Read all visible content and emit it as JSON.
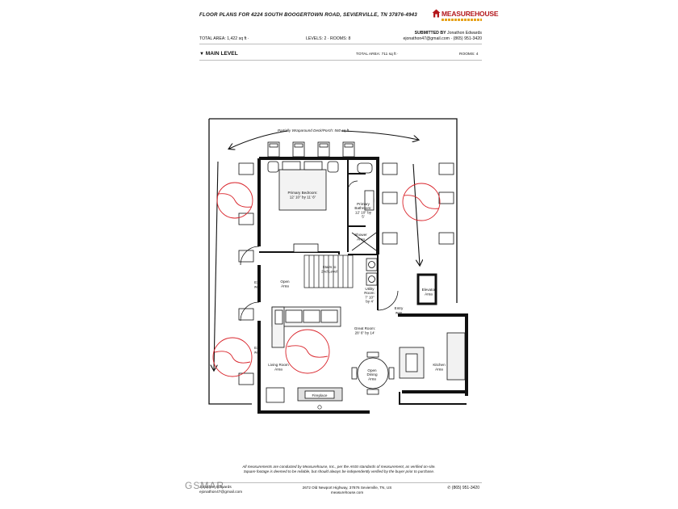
{
  "header": {
    "title": "FLOOR PLANS FOR 4224 SOUTH BOOGERTOWN ROAD, SEVIERVILLE, TN 37876-4943",
    "logo_text": "MEASUREHOUSE",
    "submitted_label": "SUBMITTED BY",
    "submitted_by": "Jonathon Edwards",
    "contact": "ejonathon47@gmail.com · (865) 951-3420",
    "total_area": "TOTAL AREA: 1,422 sq ft ·",
    "levels_rooms": "LEVELS: 2 · ROOMS: 8"
  },
  "level": {
    "name": "MAIN LEVEL",
    "total_area": "TOTAL AREA: 711 sq ft ·",
    "rooms": "ROOMS: 4"
  },
  "plan": {
    "deck": "Partially Wraparound Deck/Porch: 560 sq ft",
    "primary_bedroom": [
      "Primary Bedroom:",
      "12' 10\" by 11' 6\""
    ],
    "primary_bathroom": [
      "Primary",
      "Bathroom:",
      "12' 10\" by",
      "5'"
    ],
    "shower_area": [
      "Shower",
      "Area"
    ],
    "stairs": [
      "Stairs to",
      "2nd Level"
    ],
    "utility_room": [
      "Utility",
      "Room:",
      "7' 10\"",
      "by 4'"
    ],
    "elevator_area": [
      "Elevator",
      "Area"
    ],
    "entry_way": [
      "Entry",
      "way"
    ],
    "exit_way_1": [
      "Exit",
      "way"
    ],
    "exit_way_2": [
      "Exit",
      "way"
    ],
    "open_area": [
      "Open",
      "Area"
    ],
    "great_room": [
      "Great Room:",
      "28' 6\" by 14'"
    ],
    "living_room": [
      "Living Room",
      "Area"
    ],
    "open_dining": [
      "Open",
      "Dining",
      "Area"
    ],
    "kitchen": [
      "Kitchen",
      "Area"
    ],
    "fireplace": "Fireplace"
  },
  "footer": {
    "note_lines": [
      "All measurements are conducted by Measurehouse, Inc., per the ANSI standards of measurement, as verified on-site.",
      "Square footage is deemed to be reliable, but should always be independently verified by the buyer prior to purchase."
    ],
    "left_name": "Jonathon Edwards",
    "left_email": "ejonathon47@gmail.com",
    "address": "2672 Old Newport Highway, 37876 Sevierville, TN, US",
    "website": "measurehouse.com",
    "phone": "(865) 951-3420",
    "watermark": "GSMAR"
  },
  "colors": {
    "brand_red": "#b3171c",
    "brand_gold": "#e6a21c",
    "swing_red": "#d9242b"
  }
}
